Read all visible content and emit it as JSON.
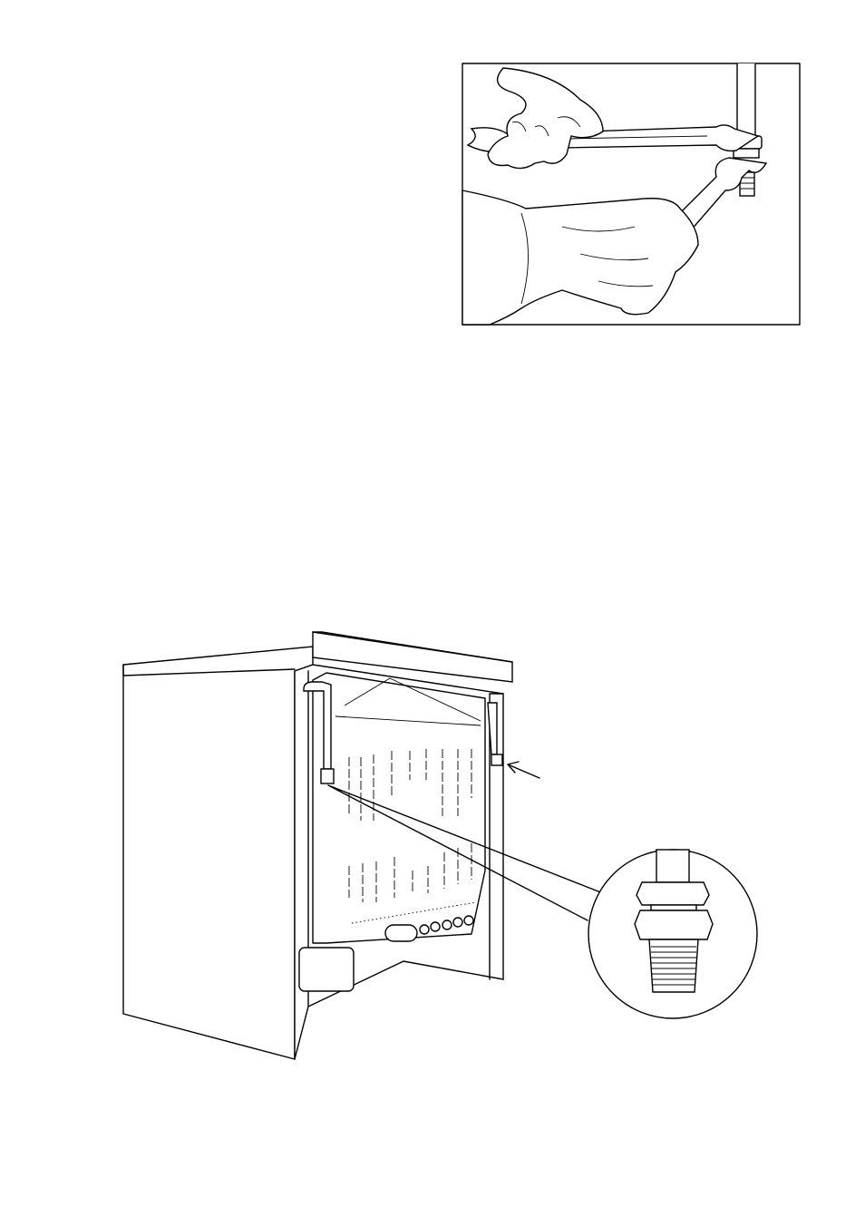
{
  "page": {
    "figures": [
      {
        "id": "wrench-tightening-illustration",
        "icon": "hands-with-two-wrenches"
      },
      {
        "id": "cooker-rear-gas-connection-illustration",
        "icon": "cooker-rear-with-magnified-fitting"
      }
    ],
    "colors": {
      "ink": "#000000",
      "paper": "#ffffff"
    }
  }
}
